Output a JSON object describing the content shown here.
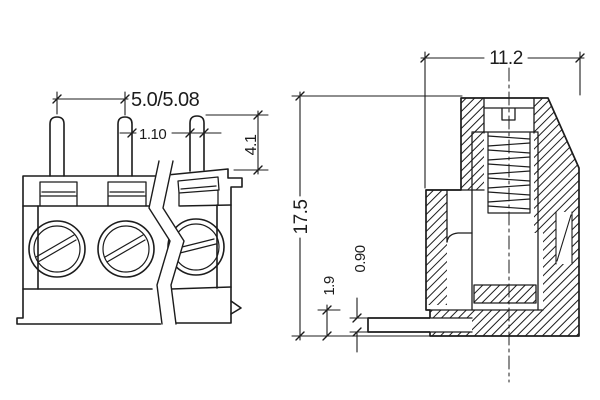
{
  "drawing": {
    "ink_color": "#1c1c1c",
    "background_color": "#ffffff",
    "dimensions": {
      "pitch": "5.0/5.08",
      "pin_width": "1.10",
      "pin_height": "4.1",
      "body_width": "11.2",
      "body_height": "17.5",
      "pin_edge_offset": "1.9",
      "pin_thickness": "0.90"
    }
  }
}
